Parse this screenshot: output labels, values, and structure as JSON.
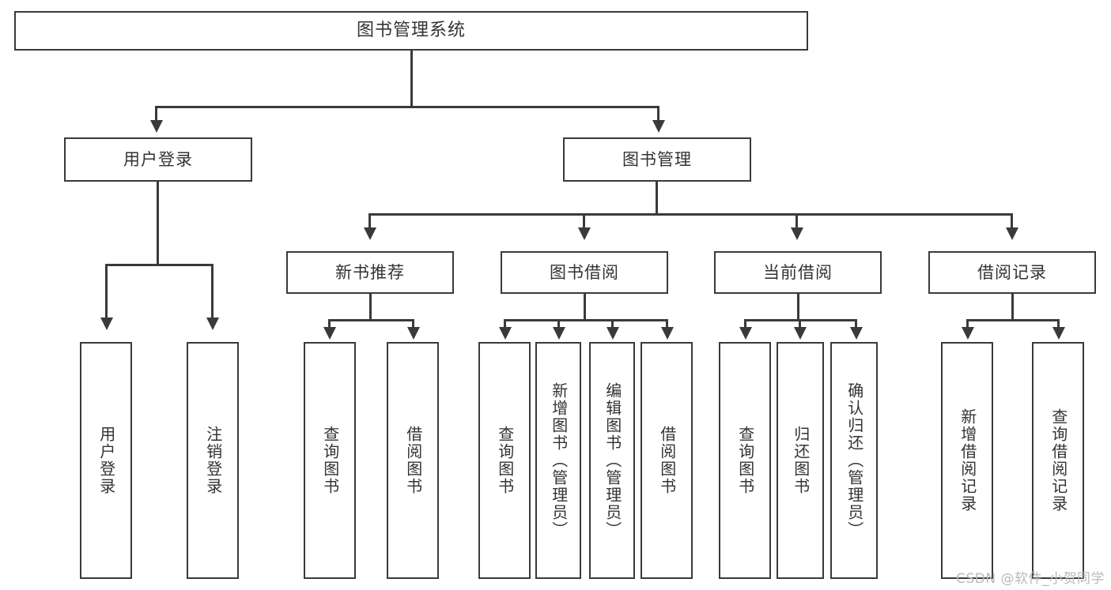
{
  "diagram": {
    "title": "图书管理系统",
    "type": "tree",
    "watermark": "CSDN @软件_小贺同学"
  },
  "root": {
    "label": "图书管理系统"
  },
  "level2": [
    {
      "id": "user-login",
      "label": "用户登录"
    },
    {
      "id": "book-manage",
      "label": "图书管理"
    }
  ],
  "level3": [
    {
      "id": "new-book-rec",
      "label": "新书推荐"
    },
    {
      "id": "book-borrow",
      "label": "图书借阅"
    },
    {
      "id": "current-borrow",
      "label": "当前借阅"
    },
    {
      "id": "borrow-record",
      "label": "借阅记录"
    }
  ],
  "leaves": {
    "user_login": [
      {
        "id": "leaf-user-login",
        "label": "用户登录"
      },
      {
        "id": "leaf-logout",
        "label": "注销登录"
      }
    ],
    "new_book_rec": [
      {
        "id": "leaf-query-book-1",
        "label": "查询图书"
      },
      {
        "id": "leaf-borrow-book-1",
        "label": "借阅图书"
      }
    ],
    "book_borrow": [
      {
        "id": "leaf-query-book-2",
        "label": "查询图书"
      },
      {
        "id": "leaf-add-book",
        "label": "新增图书（管理员）"
      },
      {
        "id": "leaf-edit-book",
        "label": "编辑图书（管理员）"
      },
      {
        "id": "leaf-borrow-book-2",
        "label": "借阅图书"
      }
    ],
    "current_borrow": [
      {
        "id": "leaf-query-book-3",
        "label": "查询图书"
      },
      {
        "id": "leaf-return-book",
        "label": "归还图书"
      },
      {
        "id": "leaf-confirm-return",
        "label": "确认归还（管理员）"
      }
    ],
    "borrow_record": [
      {
        "id": "leaf-add-record",
        "label": "新增借阅记录"
      },
      {
        "id": "leaf-query-record",
        "label": "查询借阅记录"
      }
    ]
  },
  "colors": {
    "border": "#3a3a3a",
    "text": "#333333",
    "background": "#ffffff",
    "watermark": "#b9b9b9"
  }
}
